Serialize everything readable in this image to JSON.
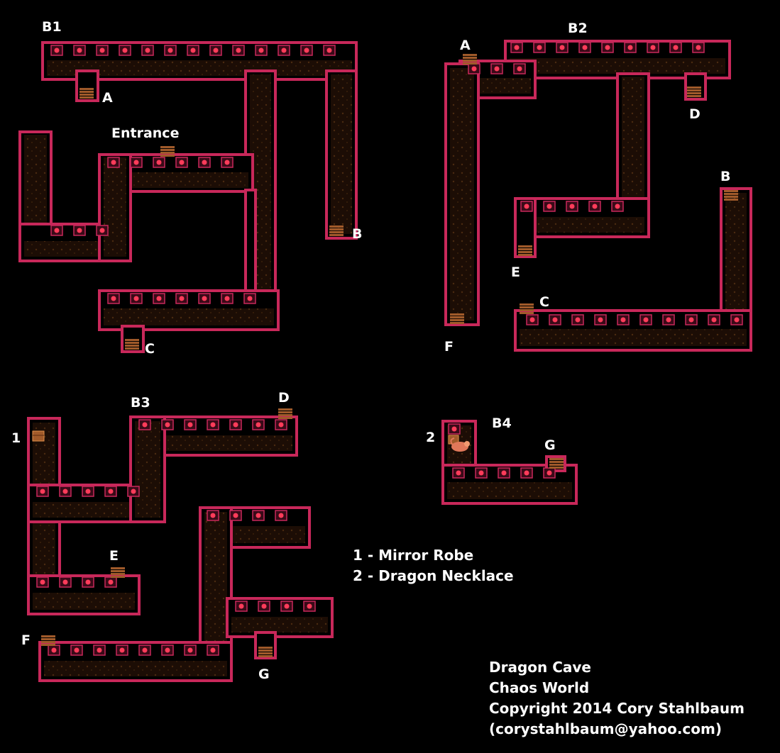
{
  "floors": [
    {
      "id": "b1",
      "label": "B1"
    },
    {
      "id": "b2",
      "label": "B2"
    },
    {
      "id": "b3",
      "label": "B3"
    },
    {
      "id": "b4",
      "label": "B4"
    }
  ],
  "markers": {
    "b1_A": "A",
    "b1_B": "B",
    "b1_C": "C",
    "entrance": "Entrance",
    "b2_A": "A",
    "b2_B": "B",
    "b2_C": "C",
    "b2_D": "D",
    "b2_E": "E",
    "b2_F": "F",
    "b3_D": "D",
    "b3_E": "E",
    "b3_F": "F",
    "b3_G": "G",
    "b3_1": "1",
    "b4_G": "G",
    "b4_2": "2"
  },
  "legend": {
    "item1": "1 - Mirror Robe",
    "item2": "2 - Dragon Necklace"
  },
  "credits": {
    "line1": "Dragon Cave",
    "line2": "Chaos World",
    "line3": "Copyright 2014 Cory Stahlbaum",
    "line4": "(corystahlbaum@yahoo.com)"
  },
  "colors": {
    "background": "#000000",
    "wall": "#c8285a",
    "wall_edge": "#ff6aa0",
    "floor": "#2a1608",
    "lamp": "#ff3c5a",
    "stairs": "#a05a2a"
  }
}
